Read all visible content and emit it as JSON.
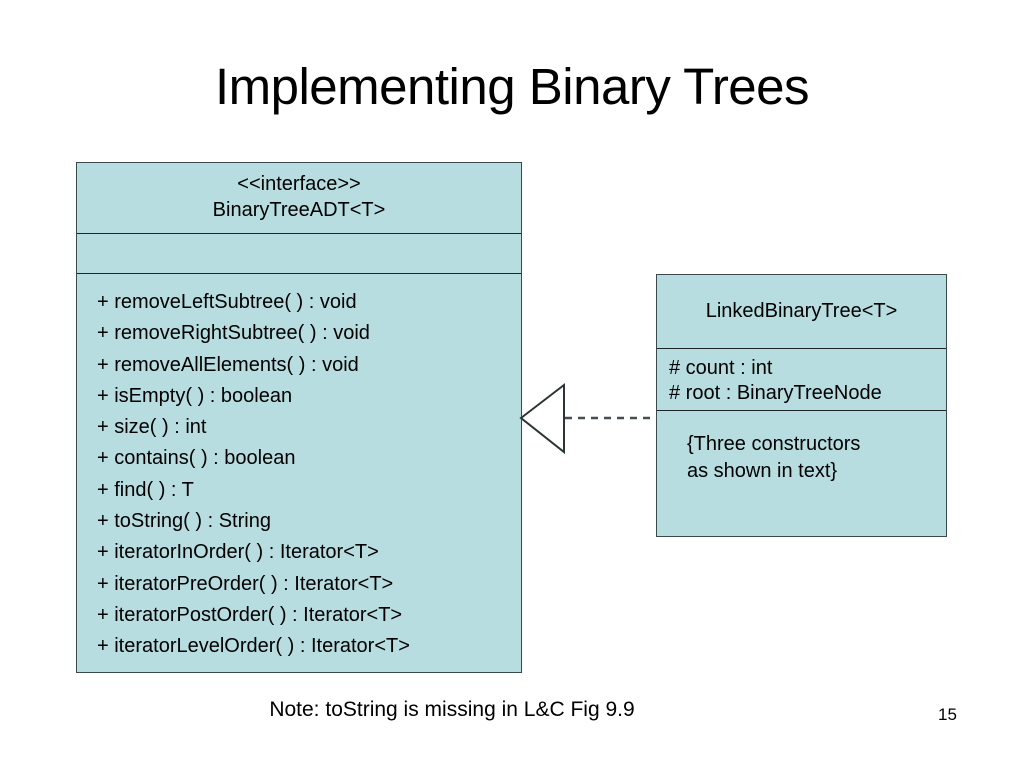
{
  "slide": {
    "title": "Implementing Binary Trees",
    "page_number": "15",
    "footer_note": "Note: toString is missing in L&C Fig 9.9",
    "background_color": "#ffffff"
  },
  "style": {
    "box_fill": "#b7dde0",
    "box_border": "#3a4a4c",
    "text_color": "#000000"
  },
  "diagram": {
    "type": "uml-class-diagram",
    "interface_class": {
      "stereotype": "<<interface>>",
      "name": "BinaryTreeADT<T>",
      "attributes": [],
      "methods": [
        "+ removeLeftSubtree( ) : void",
        "+ removeRightSubtree( ) : void",
        "+ removeAllElements( ) : void",
        "+ isEmpty( ) : boolean",
        "+ size( ) : int",
        "+ contains( ) : boolean",
        "+ find( ) : T",
        "+ toString( ) : String",
        "+ iteratorInOrder( ) : Iterator<T>",
        "+ iteratorPreOrder( ) : Iterator<T>",
        "+ iteratorPostOrder( ) : Iterator<T>",
        "+ iteratorLevelOrder( ) : Iterator<T>"
      ]
    },
    "implementation_class": {
      "name": "LinkedBinaryTree<T>",
      "attributes": [
        "# count : int",
        "# root : BinaryTreeNode"
      ],
      "notes": [
        "{Three constructors",
        "as shown in text}"
      ]
    },
    "relationship": {
      "kind": "realization",
      "from": "LinkedBinaryTree<T>",
      "to": "BinaryTreeADT<T>",
      "line_style": "dashed",
      "arrow_head": "hollow-triangle"
    }
  }
}
